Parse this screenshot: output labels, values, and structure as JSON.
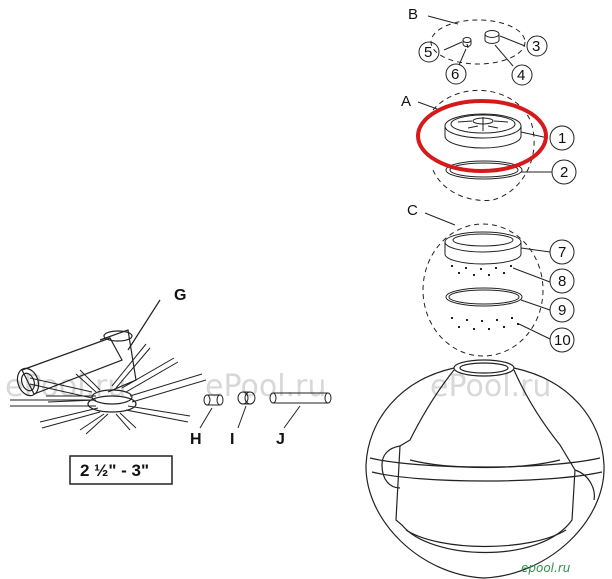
{
  "groups": {
    "A": "A",
    "B": "B",
    "C": "C"
  },
  "parts": {
    "p1": "1",
    "p2": "2",
    "p3": "3",
    "p4": "4",
    "p5": "5",
    "p6": "6",
    "p7": "7",
    "p8": "8",
    "p9": "9",
    "p10": "10",
    "G": "G",
    "H": "H",
    "I": "I",
    "J": "J"
  },
  "pipe_size": "2 ½\" - 3\"",
  "watermark": "ePool.ru",
  "brand_logo": "epool.ru",
  "colors": {
    "highlight": "#d61a1a",
    "line": "#222222",
    "watermark": "#d8d8d8",
    "brand": "#2f8f4f"
  }
}
